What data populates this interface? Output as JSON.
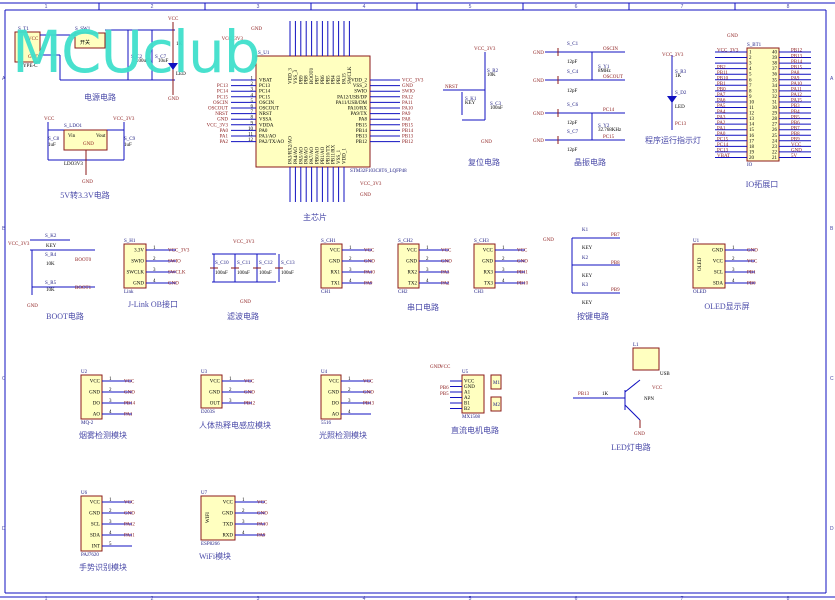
{
  "watermark": "MCUclub",
  "colors": {
    "wire": "#1010c0",
    "component": "#8b1a1a",
    "chip_fill": "#ffffc0",
    "title": "#4a4aa8",
    "watermark": "#40e0cc"
  },
  "ruler": {
    "columns": [
      "1",
      "2",
      "3",
      "4",
      "5",
      "6",
      "7",
      "8"
    ],
    "rows": [
      "A",
      "B",
      "C",
      "D"
    ]
  },
  "titles": [
    "电源电路",
    "5V转3.3V电路",
    "主芯片",
    "复位电路",
    "晶振电路",
    "程序运行指示灯",
    "IO拓展口",
    "BOOT电路",
    "J-Link OB接口",
    "滤波电路",
    "串口电路",
    "按键电路",
    "OLED显示屏",
    "烟雾检测模块",
    "人体热释电感应模块",
    "光照检测模块",
    "直流电机电路",
    "LED灯电路",
    "手势识别模块",
    "WiFi模块"
  ],
  "main_chip": {
    "ref": "S_U1",
    "part": "STM32F103C8T6_LQFP48",
    "left": [
      "VBAT",
      "PC13",
      "PC14",
      "PC15",
      "OSCIN",
      "OSCOUT",
      "NRST",
      "VSSA",
      "VDDA",
      "PA0",
      "PA1/AO",
      "PA2/TX/AO"
    ],
    "left_nets": [
      "",
      "PC13",
      "PC14",
      "PC15",
      "OSCIN",
      "OSCOUT",
      "NRST",
      "GND",
      "VCC_3V3",
      "PA0",
      "PA1",
      "PA2"
    ],
    "right": [
      "VDD_2",
      "VSS_2",
      "SWIO",
      "PA12/USB/DP",
      "PA11/USB/DM",
      "PA10/RX",
      "PA9/TX",
      "PA8",
      "PB15",
      "PB14",
      "PB13",
      "PB12"
    ],
    "right_nets": [
      "VCC_3V3",
      "GND",
      "SWIO",
      "PA12",
      "PA11",
      "PA10",
      "PA9",
      "PA8",
      "PB15",
      "PB14",
      "PB13",
      "PB12"
    ],
    "top": [
      "VDD_3",
      "VSS_3",
      "PB9",
      "PB8",
      "BOOT0",
      "PB7",
      "PB6",
      "PB5",
      "PB4",
      "PB3",
      "PA15",
      "SWCLK"
    ],
    "bottom": [
      "PA3/RX2/AO",
      "PA4/AO",
      "PA5/AO",
      "PA6/AO",
      "PA7/AO",
      "PB0/AO",
      "PB1/AO",
      "PB10/TX",
      "PB11/RX",
      "VSS_1",
      "VDD_1"
    ],
    "top_nets": [
      "VCC_3V3",
      "GND"
    ],
    "bottom_nets": [
      "VCC_3V3",
      "GND"
    ]
  },
  "modules": [
    {
      "ref": "S_H1",
      "part": "Link",
      "pins": [
        {
          "name": "3.3V",
          "num": "1",
          "net": "VCC_3V3"
        },
        {
          "name": "SWIO",
          "num": "2",
          "net": "SWIO"
        },
        {
          "name": "SWCLK",
          "num": "3",
          "net": "SWCLK"
        },
        {
          "name": "GND",
          "num": "4",
          "net": "GND"
        }
      ]
    },
    {
      "ref": "S_CH1",
      "part": "CH1",
      "pins": [
        {
          "name": "VCC",
          "num": "1",
          "net": "VCC"
        },
        {
          "name": "GND",
          "num": "2",
          "net": "GND"
        },
        {
          "name": "RX1",
          "num": "3",
          "net": "PA10"
        },
        {
          "name": "TX1",
          "num": "4",
          "net": "PA9"
        }
      ]
    },
    {
      "ref": "S_CH2",
      "part": "CH2",
      "pins": [
        {
          "name": "VCC",
          "num": "1",
          "net": "VCC"
        },
        {
          "name": "GND",
          "num": "2",
          "net": "GND"
        },
        {
          "name": "RX2",
          "num": "3",
          "net": "PA3"
        },
        {
          "name": "TX2",
          "num": "4",
          "net": "PA2"
        }
      ]
    },
    {
      "ref": "S_CH3",
      "part": "CH3",
      "pins": [
        {
          "name": "VCC",
          "num": "1",
          "net": "VCC"
        },
        {
          "name": "GND",
          "num": "2",
          "net": "GND"
        },
        {
          "name": "RX3",
          "num": "3",
          "net": "PB11"
        },
        {
          "name": "TX3",
          "num": "4",
          "net": "PB10"
        }
      ]
    },
    {
      "ref": "U1",
      "part": "OLED",
      "inner": "OLED",
      "pins": [
        {
          "name": "GND",
          "num": "1",
          "net": "GND"
        },
        {
          "name": "VCC",
          "num": "2",
          "net": "VCC"
        },
        {
          "name": "SCL",
          "num": "3",
          "net": "PB1"
        },
        {
          "name": "SDA",
          "num": "4",
          "net": "PB0"
        }
      ]
    },
    {
      "ref": "U2",
      "part": "MQ-2",
      "pins": [
        {
          "name": "VCC",
          "num": "1",
          "net": "VCC"
        },
        {
          "name": "GND",
          "num": "2",
          "net": "GND"
        },
        {
          "name": "DO",
          "num": "3",
          "net": "PB14"
        },
        {
          "name": "AO",
          "num": "4",
          "net": "PA1"
        }
      ]
    },
    {
      "ref": "U3",
      "part": "D203S",
      "pins": [
        {
          "name": "VCC",
          "num": "1",
          "net": "VCC"
        },
        {
          "name": "GND",
          "num": "2",
          "net": "GND"
        },
        {
          "name": "OUT",
          "num": "3",
          "net": "PB12"
        }
      ]
    },
    {
      "ref": "U4",
      "part": "5516",
      "pins": [
        {
          "name": "VCC",
          "num": "1",
          "net": "VCC"
        },
        {
          "name": "GND",
          "num": "2",
          "net": "GND"
        },
        {
          "name": "DO",
          "num": "3",
          "net": "PB13"
        },
        {
          "name": "AO",
          "num": "4",
          "net": ""
        }
      ]
    },
    {
      "ref": "U6",
      "part": "PAJ7620",
      "pins": [
        {
          "name": "VCC",
          "num": "1",
          "net": "VCC"
        },
        {
          "name": "GND",
          "num": "2",
          "net": "GND"
        },
        {
          "name": "SCL",
          "num": "3",
          "net": "PA12"
        },
        {
          "name": "SDA",
          "num": "4",
          "net": "PA11"
        },
        {
          "name": "INT",
          "num": "5",
          "net": ""
        }
      ]
    },
    {
      "ref": "U7",
      "part": "ESP8266",
      "inner": "WIFI",
      "pins": [
        {
          "name": "VCC",
          "num": "1",
          "net": "VCC"
        },
        {
          "name": "GND",
          "num": "2",
          "net": "GND"
        },
        {
          "name": "TXD",
          "num": "3",
          "net": "PA10"
        },
        {
          "name": "RXD",
          "num": "4",
          "net": "PA9"
        }
      ]
    }
  ],
  "io_header": {
    "ref": "S_BT1",
    "part": "IO",
    "left_nets": [
      "VCC_3V3",
      "",
      "",
      "PB2",
      "PB11",
      "PB10",
      "PB1",
      "PB0",
      "PA7",
      "PA6",
      "PA5",
      "PA4",
      "PA3",
      "PA2",
      "PA1",
      "PA0",
      "PC15",
      "PC14",
      "PC13",
      "VBAT"
    ],
    "right_nets": [
      "PB12",
      "PB13",
      "PB14",
      "PB15",
      "PA8",
      "PA9",
      "PA10",
      "PA11",
      "PA12",
      "PA15",
      "PB3",
      "PB4",
      "PB5",
      "PB6",
      "PB7",
      "PB8",
      "PB9",
      "VCC",
      "GND",
      "5V"
    ],
    "gnd": "GND"
  },
  "power": {
    "labels": [
      "S_T1",
      "VCC",
      "GND",
      "TYPE-C",
      "S_SW1",
      "开关",
      "VCC",
      "S_C2",
      "100uF",
      "S_C7",
      "10uF",
      "1K",
      "LED",
      "GND"
    ]
  },
  "ldo": {
    "labels": [
      "VCC",
      "VCC_3V3",
      "S_C8",
      "1uF",
      "S_C9",
      "1uF",
      "S_LDO1",
      "Vin",
      "Vout",
      "GND",
      "LDO3V3",
      "GND"
    ]
  },
  "reset": {
    "labels": [
      "VCC_3V3",
      "S_R2",
      "10K",
      "NRST",
      "S_K1",
      "KEY",
      "S_C3",
      "100nF",
      "GND"
    ]
  },
  "crystal": {
    "labels": [
      "GND",
      "S_C1",
      "12pF",
      "OSCIN",
      "S_Y1",
      "8MHz",
      "GND",
      "S_C4",
      "12pF",
      "OSCOUT",
      "GND",
      "S_C6",
      "12pF",
      "PC14",
      "S_Y2",
      "32.768KHz",
      "GND",
      "S_C7",
      "12pF",
      "PC15"
    ]
  },
  "indicator": {
    "labels": [
      "VCC_3V3",
      "S_R3",
      "1K",
      "S_D2",
      "LED",
      "PC13"
    ]
  },
  "boot": {
    "labels": [
      "VCC_3V3",
      "S_K2",
      "KEY",
      "S_R4",
      "10K",
      "BOOT0",
      "S_R5",
      "10K",
      "BOOT1",
      "GND"
    ]
  },
  "filter": {
    "labels": [
      "VCC_3V3",
      "S_C10",
      "100nF",
      "S_C11",
      "100nF",
      "S_C12",
      "100nF",
      "S_C13",
      "100nF",
      "GND"
    ]
  },
  "keys": {
    "labels": [
      "GND",
      "K1",
      "KEY",
      "PB7",
      "K2",
      "KEY",
      "PB8",
      "K3",
      "KEY",
      "PB9"
    ]
  },
  "motor": {
    "ref": "U5",
    "part": "MX1508",
    "pins": [
      "VCC",
      "GND",
      "A1",
      "A2",
      "B1",
      "B2"
    ],
    "labels": [
      "GND",
      "VCC",
      "PB6",
      "PB5",
      "M1",
      "M2"
    ]
  },
  "lamp": {
    "labels": [
      "L1",
      "USB",
      "VCC",
      "PB13",
      "1K",
      "NPN",
      "GND"
    ]
  }
}
